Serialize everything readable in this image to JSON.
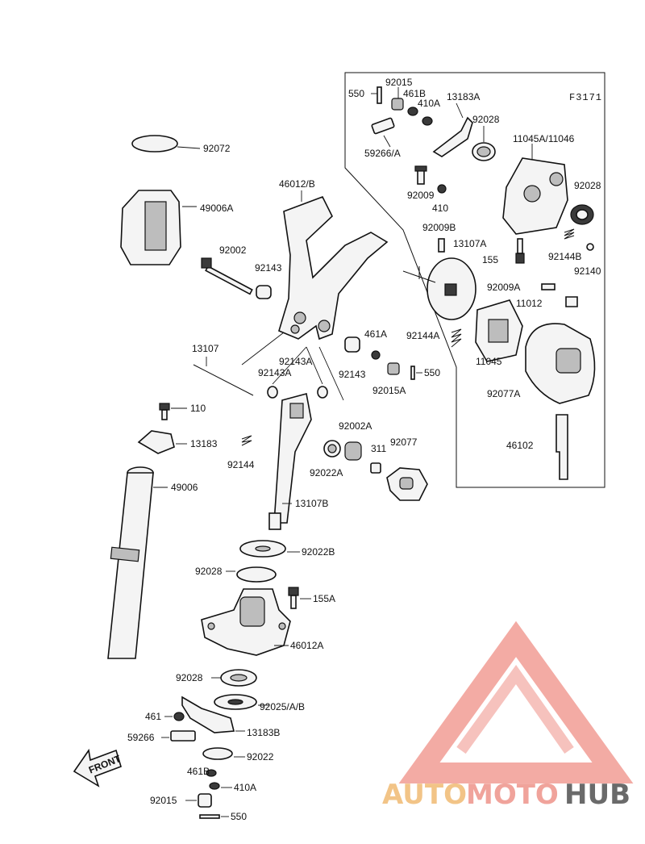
{
  "figure_ref": "F3171",
  "front_label": "FRONT",
  "watermark": {
    "word_a": "AUTO",
    "word_b": "MOTO",
    "word_c": "HUB",
    "color_a": "#f2c487",
    "color_b": "#f0a39b",
    "color_c": "#6a6a6a",
    "logo_color": "#ef8f86"
  },
  "labels": {
    "p550_top": "550",
    "p92015_top": "92015",
    "p461B_top": "461B",
    "p410A_top": "410A",
    "p13183A": "13183A",
    "p92028_top": "92028",
    "p59266A": "59266/A",
    "p11045A": "11045A/11046",
    "p92072": "92072",
    "p49006A": "49006A",
    "p46012B": "46012/B",
    "p92002": "92002",
    "p92143_a": "92143",
    "p92009": "92009",
    "p410": "410",
    "p92028_r": "92028",
    "p92009B": "92009B",
    "p13107A": "13107A",
    "p155": "155",
    "p92144B": "92144B",
    "p92140": "92140",
    "p92009A": "92009A",
    "p11012": "11012",
    "p92144A": "92144A",
    "p11045": "11045",
    "p461A": "461A",
    "p92143_b": "92143",
    "p550_m": "550",
    "p92015A": "92015A",
    "p13107": "13107",
    "p92143A_a": "92143A",
    "p92143A_b": "92143A",
    "p92077A": "92077A",
    "p110": "110",
    "p13183": "13183",
    "p92002A": "92002A",
    "p311": "311",
    "p92077": "92077",
    "p92144": "92144",
    "p92022A": "92022A",
    "p46102": "46102",
    "p49006": "49006",
    "p13107B": "13107B",
    "p92022B": "92022B",
    "p92028_l": "92028",
    "p155A": "155A",
    "p46012A": "46012A",
    "p92028_b": "92028",
    "p92025": "92025/A/B",
    "p461": "461",
    "p13183B": "13183B",
    "p59266": "59266",
    "p92022": "92022",
    "p461B_b": "461B",
    "p410A_b": "410A",
    "p92015_b": "92015",
    "p550_b": "550"
  }
}
